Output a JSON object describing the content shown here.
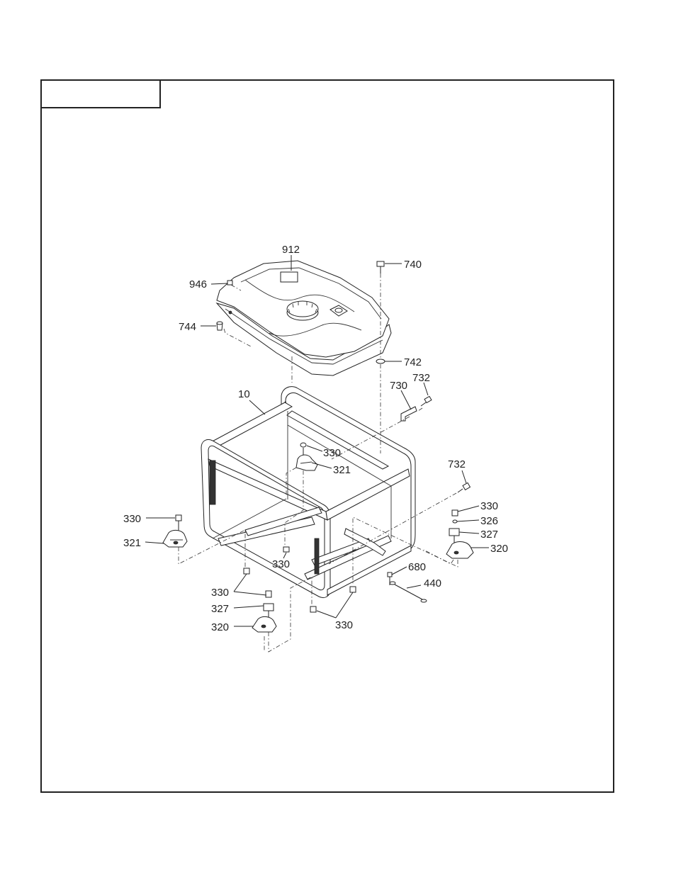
{
  "callouts": {
    "c912": "912",
    "c946": "946",
    "c744": "744",
    "c740": "740",
    "c742": "742",
    "c10": "10",
    "c730": "730",
    "c732a": "732",
    "c732b": "732",
    "c330a": "330",
    "c321a": "321",
    "c330b": "330",
    "c321b": "321",
    "c330c": "330",
    "c330d": "330",
    "c327a": "327",
    "c320a": "320",
    "c330e": "330",
    "c330f": "330",
    "c326": "326",
    "c327b": "327",
    "c320b": "320",
    "c680": "680",
    "c440": "440"
  },
  "colors": {
    "line": "#222222",
    "background": "#ffffff"
  }
}
